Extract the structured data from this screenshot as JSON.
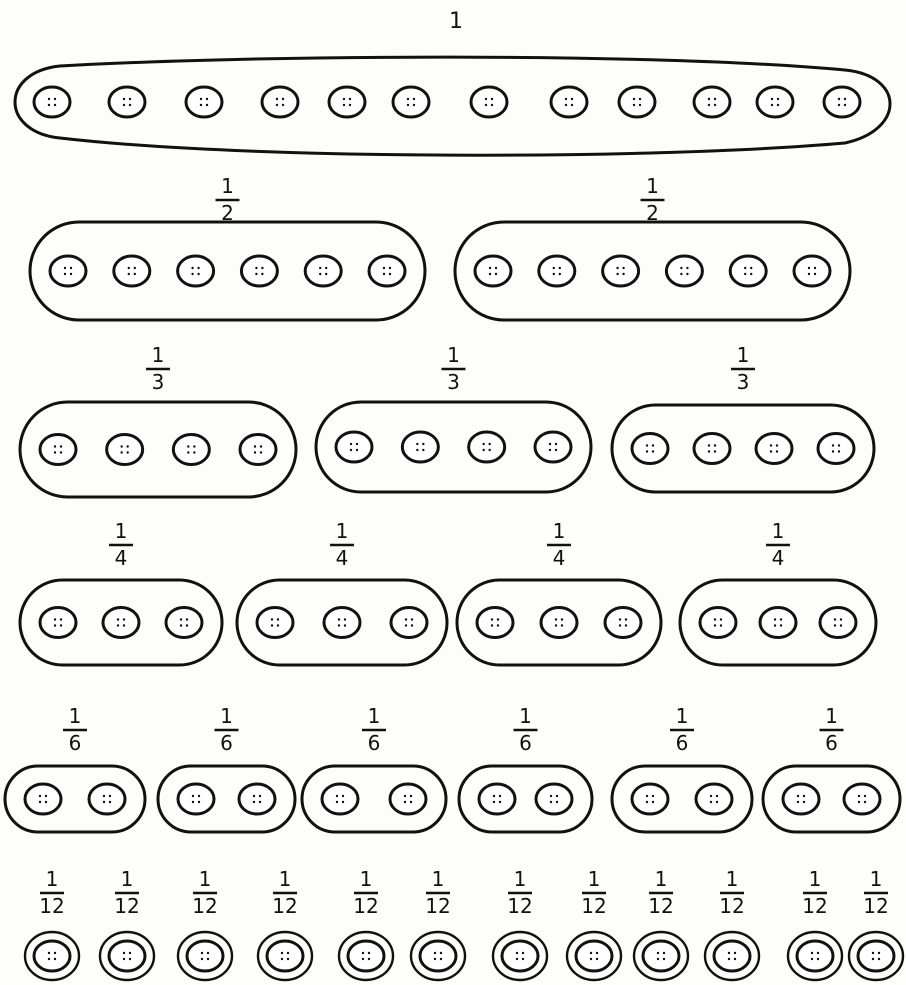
{
  "whole": {
    "label": "1",
    "count": 12
  },
  "rows": [
    {
      "name": "halves",
      "num": "1",
      "den": "2",
      "groups": 2,
      "buttons_per_group": 6
    },
    {
      "name": "thirds",
      "num": "1",
      "den": "3",
      "groups": 3,
      "buttons_per_group": 4
    },
    {
      "name": "quarters",
      "num": "1",
      "den": "4",
      "groups": 4,
      "buttons_per_group": 3
    },
    {
      "name": "sixths",
      "num": "1",
      "den": "6",
      "groups": 6,
      "buttons_per_group": 2
    },
    {
      "name": "twelfths",
      "num": "1",
      "den": "12",
      "groups": 12,
      "buttons_per_group": 1
    }
  ],
  "colors": {
    "ink": "#111111",
    "paper": "#fdfdfb",
    "button_fill": "#ffffff"
  }
}
